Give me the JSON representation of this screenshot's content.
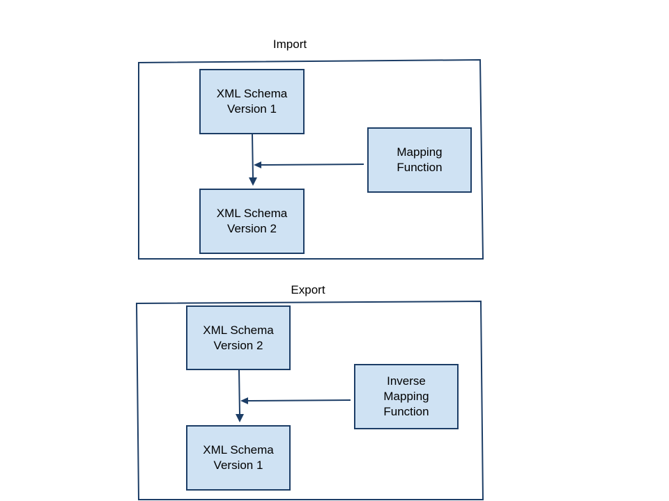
{
  "diagrams": [
    {
      "title": "Import",
      "nodes": {
        "source": "XML Schema\nVersion 1",
        "target": "XML Schema\nVersion 2",
        "function": "Mapping\nFunction"
      },
      "edges": [
        {
          "from": "source",
          "to": "target"
        },
        {
          "from": "function",
          "to": "source-target-edge"
        }
      ]
    },
    {
      "title": "Export",
      "nodes": {
        "source": "XML Schema\nVersion 2",
        "target": "XML Schema\nVersion 1",
        "function": "Inverse\nMapping\nFunction"
      },
      "edges": [
        {
          "from": "source",
          "to": "target"
        },
        {
          "from": "function",
          "to": "source-target-edge"
        }
      ]
    }
  ],
  "colors": {
    "box_fill": "#cfe2f3",
    "stroke": "#1c3d66"
  }
}
